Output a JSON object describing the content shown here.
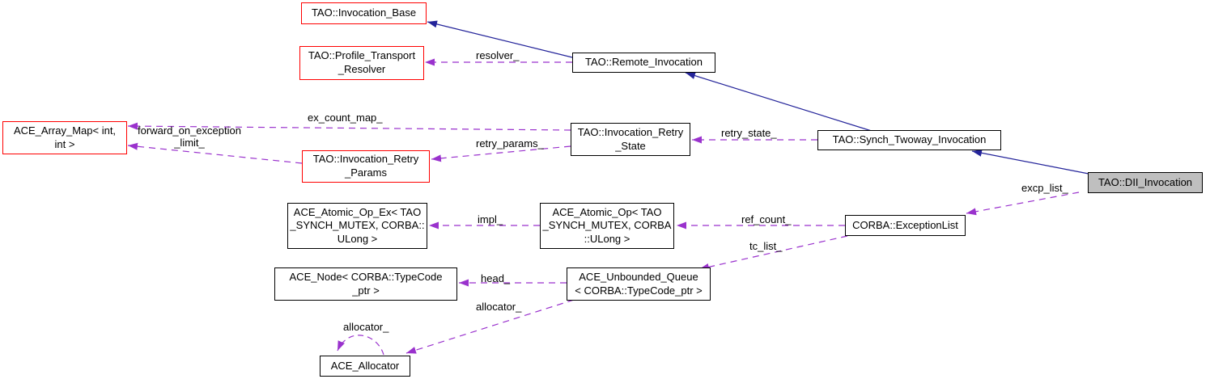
{
  "nodes": {
    "invocation_base": {
      "lines": [
        "TAO::Invocation_Base"
      ],
      "border": "red"
    },
    "profile_transport_resolver": {
      "lines": [
        "TAO::Profile_Transport",
        "_Resolver"
      ],
      "border": "red"
    },
    "remote_invocation": {
      "lines": [
        "TAO::Remote_Invocation"
      ],
      "border": "black"
    },
    "array_map": {
      "lines": [
        "ACE_Array_Map< int,",
        "int >"
      ],
      "border": "red"
    },
    "invocation_retry_params": {
      "lines": [
        "TAO::Invocation_Retry",
        "_Params"
      ],
      "border": "red"
    },
    "invocation_retry_state": {
      "lines": [
        "TAO::Invocation_Retry",
        "_State"
      ],
      "border": "black"
    },
    "synch_twoway_invocation": {
      "lines": [
        "TAO::Synch_Twoway_Invocation"
      ],
      "border": "black"
    },
    "dii_invocation": {
      "lines": [
        "TAO::DII_Invocation"
      ],
      "border": "black",
      "fill": "#bfbfbf",
      "is_current": true
    },
    "atomic_op_ex": {
      "lines": [
        "ACE_Atomic_Op_Ex< TAO",
        "_SYNCH_MUTEX, CORBA::",
        "ULong >"
      ],
      "border": "black"
    },
    "atomic_op": {
      "lines": [
        "ACE_Atomic_Op< TAO",
        "_SYNCH_MUTEX, CORBA",
        "::ULong >"
      ],
      "border": "black"
    },
    "exception_list": {
      "lines": [
        "CORBA::ExceptionList"
      ],
      "border": "black"
    },
    "ace_node": {
      "lines": [
        "ACE_Node< CORBA::TypeCode",
        "_ptr >"
      ],
      "border": "black"
    },
    "unbounded_queue": {
      "lines": [
        "ACE_Unbounded_Queue",
        "< CORBA::TypeCode_ptr >"
      ],
      "border": "black"
    },
    "ace_allocator": {
      "lines": [
        "ACE_Allocator"
      ],
      "border": "black"
    }
  },
  "edges": {
    "inherit_remote_to_base": {
      "label": "",
      "from": "remote_invocation",
      "to": "invocation_base",
      "type": "inheritance"
    },
    "inherit_synch_to_remote": {
      "label": "",
      "from": "synch_twoway_invocation",
      "to": "remote_invocation",
      "type": "inheritance"
    },
    "inherit_dii_to_synch": {
      "label": "",
      "from": "dii_invocation",
      "to": "synch_twoway_invocation",
      "type": "inheritance"
    },
    "resolver": {
      "label": "resolver_",
      "from": "remote_invocation",
      "to": "profile_transport_resolver",
      "type": "usage"
    },
    "ex_count_map": {
      "label": "ex_count_map_",
      "from": "invocation_retry_state",
      "to": "array_map",
      "type": "usage"
    },
    "forward_on_exception_limit": {
      "label_lines": [
        "forward_on_exception",
        "_limit_"
      ],
      "from": "invocation_retry_params",
      "to": "array_map",
      "type": "usage"
    },
    "retry_params": {
      "label": "retry_params_",
      "from": "invocation_retry_state",
      "to": "invocation_retry_params",
      "type": "usage"
    },
    "retry_state": {
      "label": "retry_state_",
      "from": "synch_twoway_invocation",
      "to": "invocation_retry_state",
      "type": "usage"
    },
    "excp_list": {
      "label": "excp_list_",
      "from": "dii_invocation",
      "to": "exception_list",
      "type": "usage"
    },
    "ref_count": {
      "label": "ref_count_",
      "from": "exception_list",
      "to": "atomic_op",
      "type": "usage"
    },
    "tc_list": {
      "label": "tc_list_",
      "from": "exception_list",
      "to": "unbounded_queue",
      "type": "usage"
    },
    "impl": {
      "label": "impl_",
      "from": "atomic_op",
      "to": "atomic_op_ex",
      "type": "usage"
    },
    "head": {
      "label": "head_",
      "from": "unbounded_queue",
      "to": "ace_node",
      "type": "usage"
    },
    "allocator_queue": {
      "label": "allocator_",
      "from": "unbounded_queue",
      "to": "ace_allocator",
      "type": "usage"
    },
    "allocator_self": {
      "label": "allocator_",
      "from": "ace_allocator",
      "to": "ace_allocator",
      "type": "usage"
    }
  },
  "colors": {
    "inheritance_arrow": "#24249a",
    "usage_arrow": "#9a32cd",
    "undocumented_border": "#ff0000",
    "node_border": "#000000",
    "current_node_fill": "#bfbfbf",
    "background": "#ffffff"
  }
}
